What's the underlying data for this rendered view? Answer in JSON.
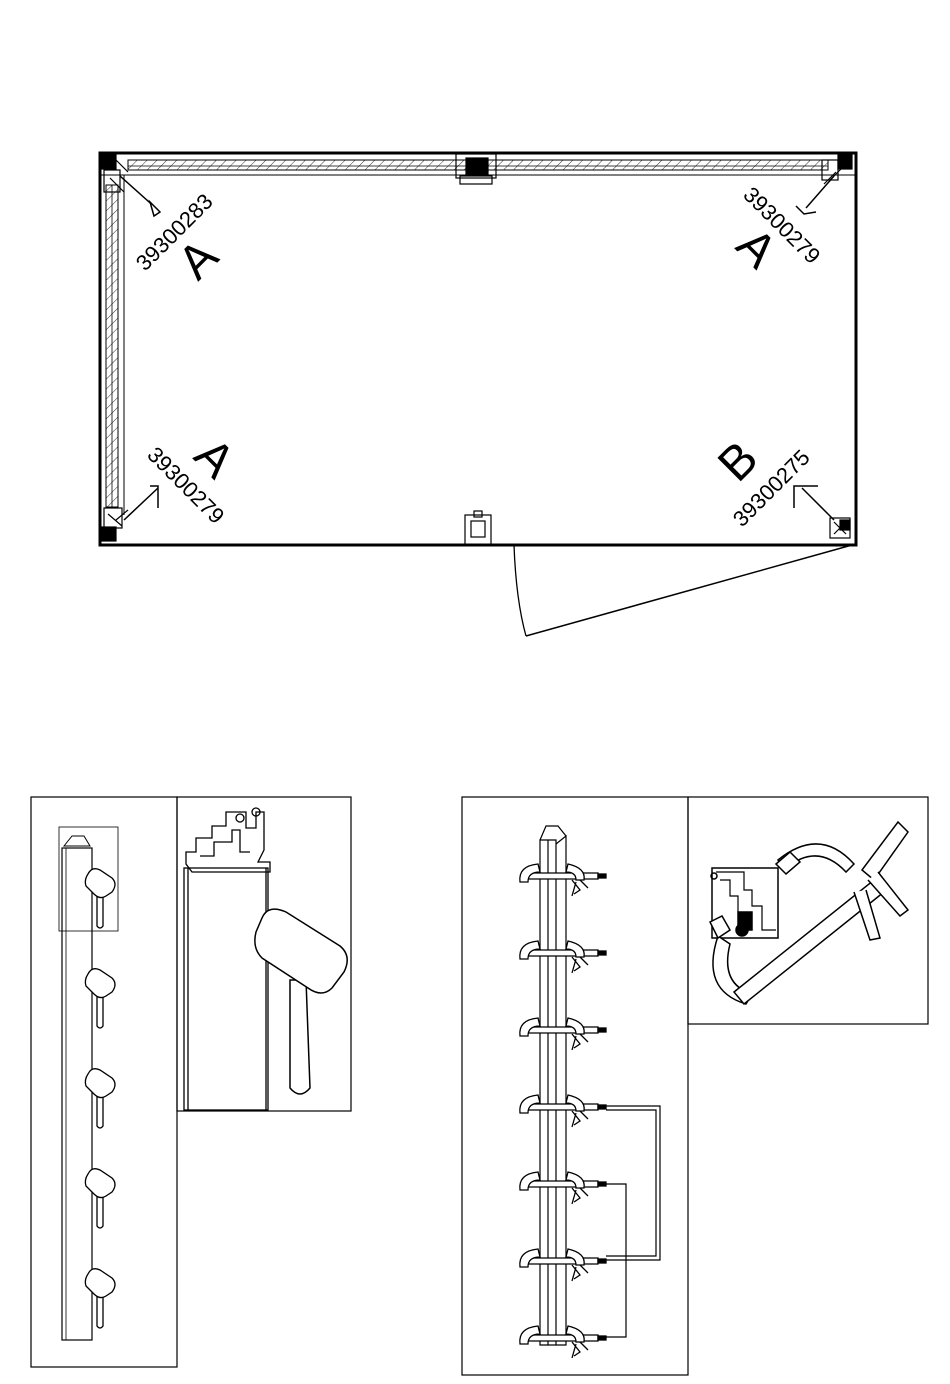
{
  "plan": {
    "corners": [
      {
        "position": "top-left",
        "code": "39300283",
        "letter": "A"
      },
      {
        "position": "top-right",
        "code": "39300279",
        "letter": "A"
      },
      {
        "position": "bottom-left",
        "code": "39300279",
        "letter": "A"
      },
      {
        "position": "bottom-right",
        "code": "39300275",
        "letter": "B"
      }
    ]
  },
  "details": {
    "hammer_count": 5,
    "clamp_count": 7
  }
}
